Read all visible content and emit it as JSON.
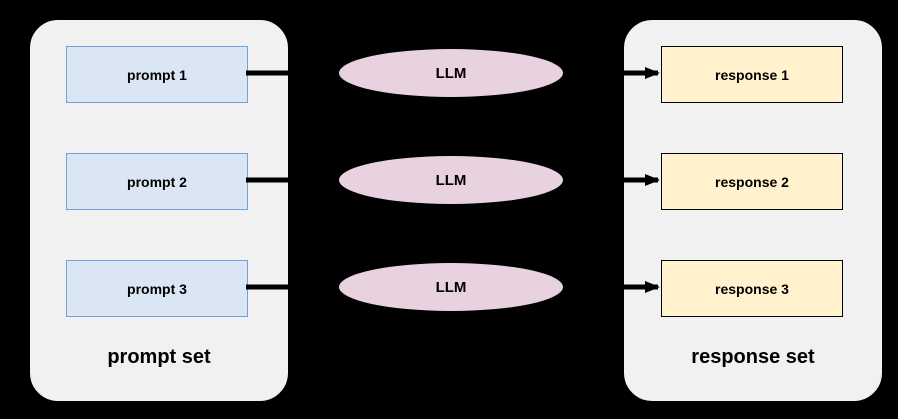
{
  "diagram": {
    "title": "prompt set to response set via LLM",
    "left_group": {
      "label": "prompt set",
      "items": [
        {
          "label": "prompt 1"
        },
        {
          "label": "prompt 2"
        },
        {
          "label": "prompt 3"
        }
      ]
    },
    "middle": {
      "nodes": [
        {
          "label": "LLM"
        },
        {
          "label": "LLM"
        },
        {
          "label": "LLM"
        }
      ]
    },
    "right_group": {
      "label": "response set",
      "items": [
        {
          "label": "response 1"
        },
        {
          "label": "response 2"
        },
        {
          "label": "response 3"
        }
      ]
    },
    "colors": {
      "background": "#000000",
      "container_fill": "#f1f1f2",
      "container_border": "#000000",
      "prompt_fill": "#dae6f4",
      "prompt_border": "#6fa2d7",
      "llm_fill": "#e8d2df",
      "llm_border": "#000000",
      "response_fill": "#fff2cc",
      "response_border": "#000000",
      "arrow": "#000000"
    }
  }
}
